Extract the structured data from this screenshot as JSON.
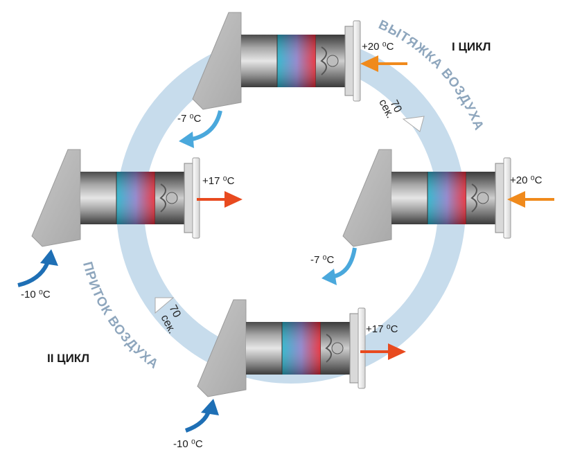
{
  "labels": {
    "cycle1": "I ЦИКЛ",
    "cycle2": "II ЦИКЛ",
    "exhaust": "ВЫТЯЖКА ВОЗДУХА",
    "supply": "ПРИТОК ВОЗДУХА",
    "timer_top_num": "70",
    "timer_top_unit": "сек.",
    "timer_bottom_num": "70",
    "timer_bottom_unit": "сек."
  },
  "temperatures": {
    "top_room": "+20 ⁰C",
    "top_out": "-7 ⁰C",
    "right_room": "+20 ⁰C",
    "right_out": "-7 ⁰C",
    "left_room": "+17 ⁰C",
    "left_out": "-10 ⁰C",
    "bottom_room": "+17 ⁰C",
    "bottom_out": "-10 ⁰C"
  },
  "colors": {
    "ring": "#c7dcec",
    "room_air_exhaust": "#f08a1c",
    "supply_air": "#e84a1f",
    "cold_outdoor": "#1e6fb5",
    "cooled_exhaust": "#4aa8dc",
    "hood": "#b8b8b8",
    "grille": "#f2f2f2"
  }
}
